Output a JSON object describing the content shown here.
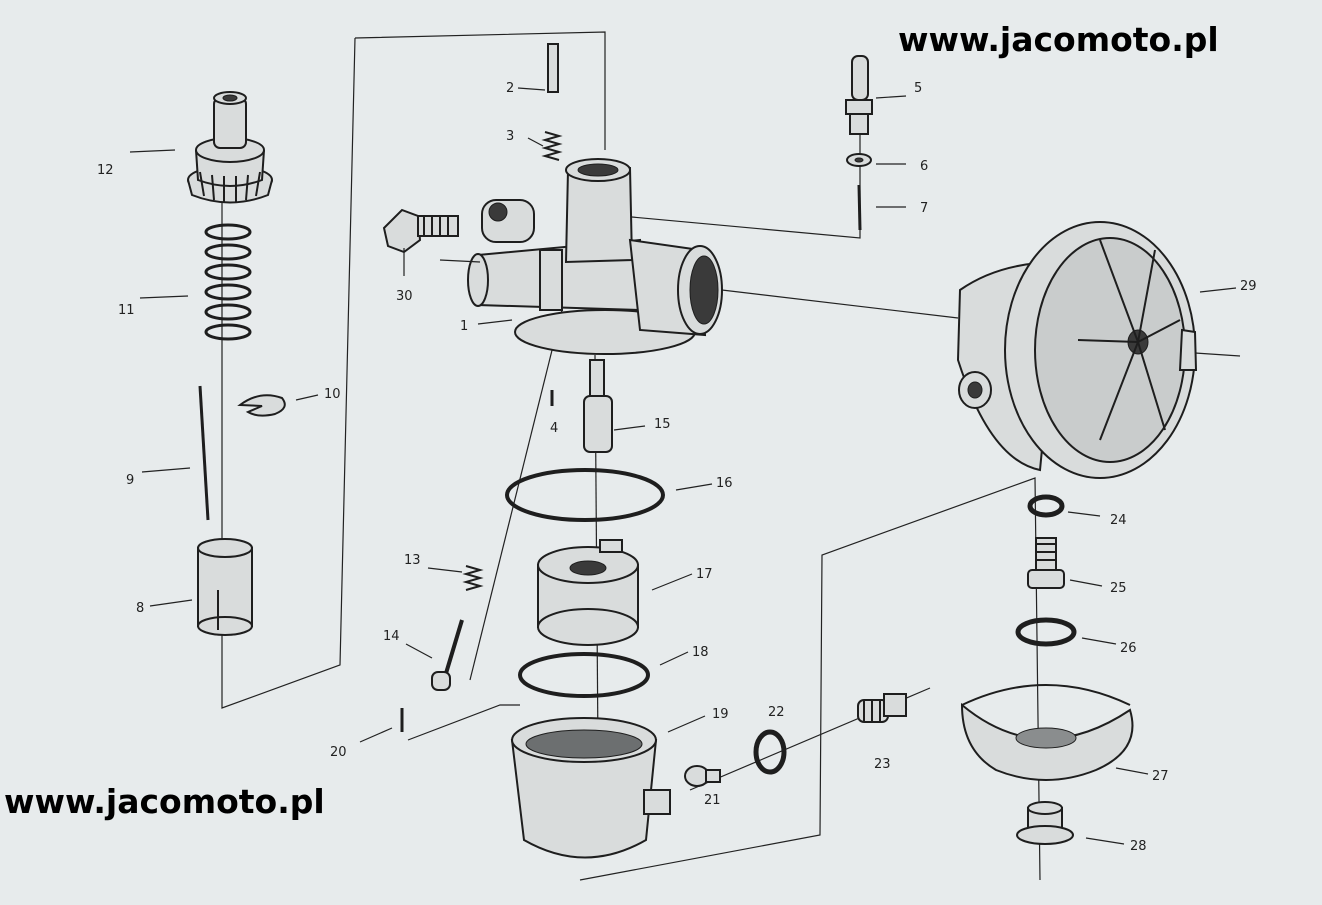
{
  "watermark_top": "www.jacomoto.pl",
  "watermark_bottom": "www.jacomoto.pl",
  "labels": {
    "p1": "1",
    "p2": "2",
    "p3": "3",
    "p4": "4",
    "p5": "5",
    "p6": "6",
    "p7": "7",
    "p8": "8",
    "p9": "9",
    "p10": "10",
    "p11": "11",
    "p12": "12",
    "p13": "13",
    "p14": "14",
    "p15": "15",
    "p16": "16",
    "p17": "17",
    "p18": "18",
    "p19": "19",
    "p20": "20",
    "p21": "21",
    "p22": "22",
    "p23": "23",
    "p24": "24",
    "p25": "25",
    "p26": "26",
    "p27": "27",
    "p28": "28",
    "p29": "29",
    "p30": "30"
  }
}
